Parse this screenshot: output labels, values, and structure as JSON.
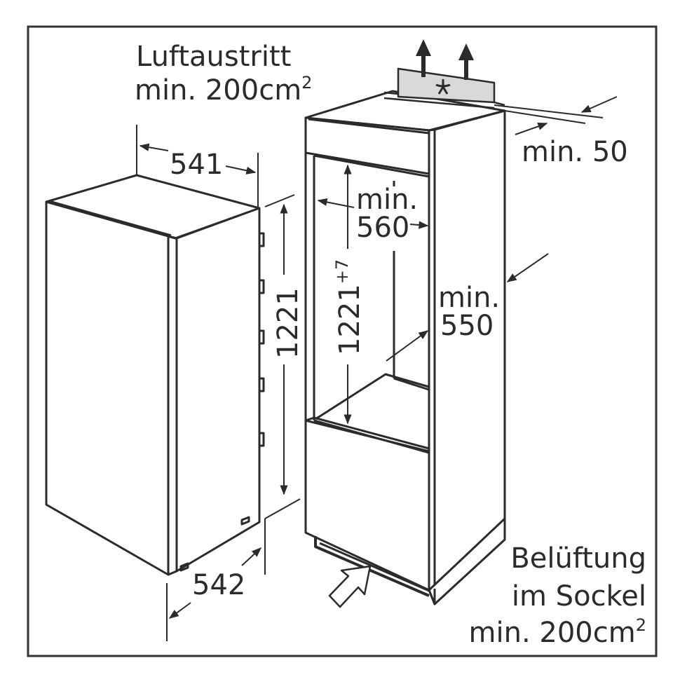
{
  "diagram": {
    "type": "built-in refrigerator installation dimensions",
    "units": "mm",
    "colors": {
      "line": "#2b2b2b",
      "text": "#2b2b2b",
      "vent_panel_fill": "#d9d9d9",
      "background": "#ffffff",
      "frame": "#333333"
    },
    "labels": {
      "air_outlet_title": "Luftaustritt",
      "air_outlet_min": "min. 200cm",
      "air_outlet_sup": "2",
      "depth_top": "541",
      "height_appliance": "1221",
      "depth_bottom": "542",
      "niche_width_min": "min.",
      "niche_width_val": "560",
      "niche_height": "1221",
      "niche_height_tol": "+7",
      "niche_depth_min": "min.",
      "niche_depth_val": "550",
      "gap_min": "min. 50",
      "plinth_vent_line1": "Belüftung",
      "plinth_vent_line2": "im Sockel",
      "plinth_vent_line3": "min. 200cm",
      "plinth_vent_sup": "2"
    },
    "icons": {
      "vent_arrows_up": "up-arrow-icon",
      "vent_symbol": "star-vent-icon",
      "plinth_air_inlet": "hollow-arrow-icon"
    }
  }
}
